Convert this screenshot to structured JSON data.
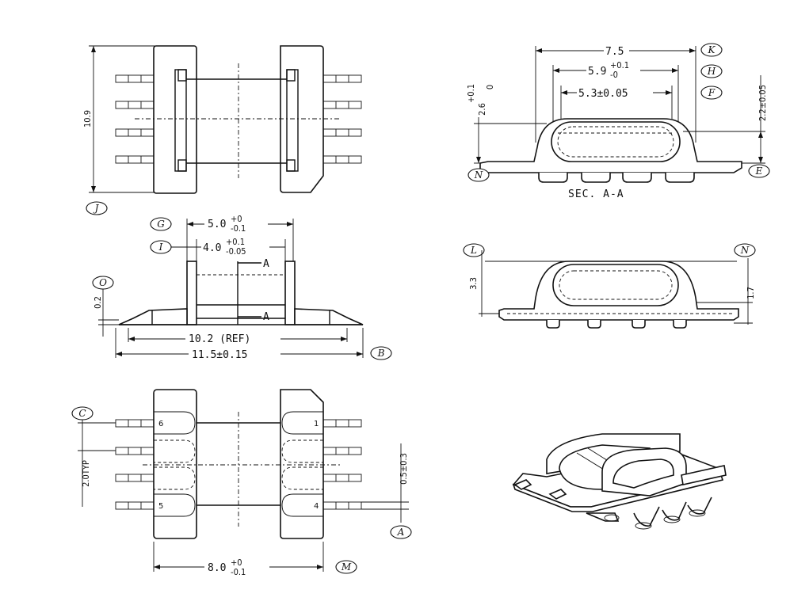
{
  "views": {
    "top": {
      "dim_height": "10.9",
      "tag_j": "J"
    },
    "front": {
      "tag_g": "G",
      "dim_g": "5.0",
      "tol_g_up": "+0",
      "tol_g_dn": "-0.1",
      "tag_i": "I",
      "dim_i": "4.0",
      "tol_i_up": "+0.1",
      "tol_i_dn": "-0.05",
      "cut_label": "A",
      "tag_o": "O",
      "dim_o": "0.2",
      "dim_ref": "10.2 (REF)",
      "dim_b": "11.5±0.15",
      "tag_b": "B"
    },
    "bottom": {
      "tag_c": "C",
      "dim_pitch": "2.0TYP",
      "pin_6": "6",
      "pin_1": "1",
      "pin_5": "5",
      "pin_4": "4",
      "dim_a": "0.5±0.3",
      "tag_a": "A",
      "dim_m": "8.0",
      "tol_m_up": "+0",
      "tol_m_dn": "-0.1",
      "tag_m": "M"
    },
    "section": {
      "dim_k": "7.5",
      "tag_k": "K",
      "dim_h": "5.9",
      "tol_h_up": "+0.1",
      "tol_h_dn": "-0",
      "tag_h": "H",
      "dim_f": "5.3±0.05",
      "tag_f": "F",
      "dim_left": "2.6",
      "tol_left_up": "+0.1",
      "tol_left_dn": "0",
      "dim_e": "2.2±0.05",
      "tag_e": "E",
      "tag_n_left": "N",
      "title": "SEC. A-A"
    },
    "side": {
      "tag_l": "L",
      "tag_n": "N",
      "dim_l": "3.3",
      "dim_n": "1.7"
    }
  }
}
